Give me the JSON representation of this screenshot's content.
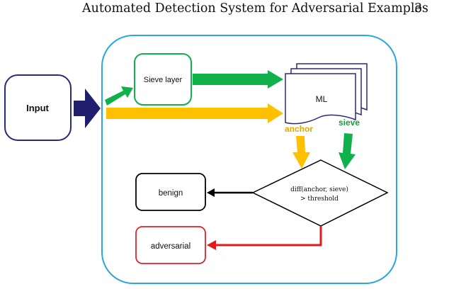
{
  "header": {
    "running_title": "Automated Detection System for Adversarial Examples",
    "page_number": "3"
  },
  "diagram": {
    "input_label": "Input",
    "sieve_layer_label": "Sieve layer",
    "ml_label": "ML",
    "anchor_label": "anchor",
    "sieve_label": "sieve",
    "decision_line1": "diff(anchor, sieve)",
    "decision_line2": "> threshold",
    "benign_label": "benign",
    "adversarial_label": "adversarial",
    "colors": {
      "system_border": "#2aa7db",
      "input_border": "#2b2a7a",
      "input_arrow": "#1f1f6e",
      "sieve_path": "#10b04b",
      "anchor_path": "#ffc000",
      "anchor_text": "#e2a800",
      "sieve_text": "#10a040",
      "benign_arrow": "#000000",
      "adversarial_arrow": "#e31a1a",
      "adversarial_border": "#d6262a"
    }
  }
}
